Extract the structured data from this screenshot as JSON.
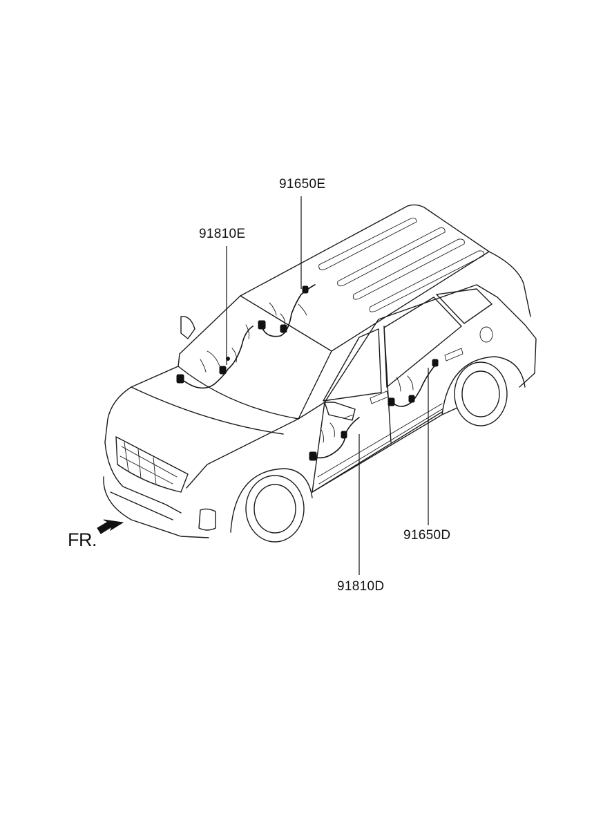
{
  "callouts": [
    {
      "id": "91650E",
      "label": "91650E"
    },
    {
      "id": "91810E",
      "label": "91810E"
    },
    {
      "id": "91650D",
      "label": "91650D"
    },
    {
      "id": "91810D",
      "label": "91810D"
    }
  ],
  "direction": {
    "label": "FR.",
    "icon": "front-direction-arrow-icon"
  }
}
